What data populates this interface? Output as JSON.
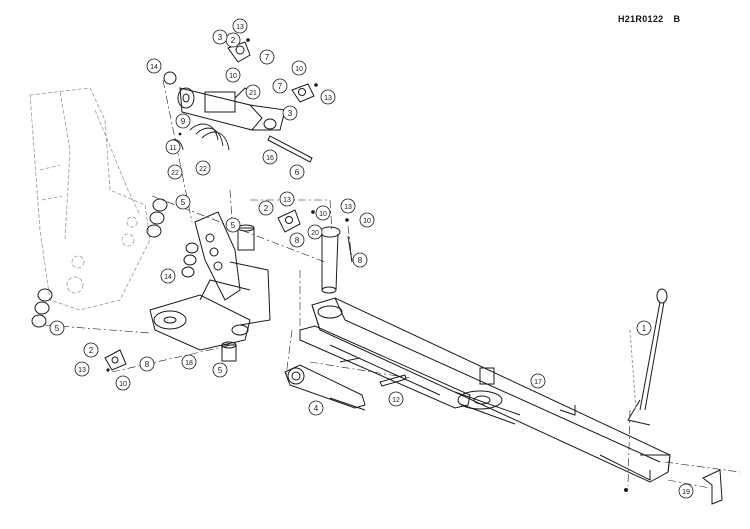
{
  "header": {
    "drawing_code": "H21R0122",
    "revision": "B"
  },
  "colors": {
    "line": "#1a1a1a",
    "ghost": "#9a9a9a",
    "paper": "#ffffff"
  },
  "callouts": [
    {
      "num": "1"
    },
    {
      "num": "2"
    },
    {
      "num": "2"
    },
    {
      "num": "2"
    },
    {
      "num": "3"
    },
    {
      "num": "3"
    },
    {
      "num": "4"
    },
    {
      "num": "5"
    },
    {
      "num": "5"
    },
    {
      "num": "5"
    },
    {
      "num": "5"
    },
    {
      "num": "6"
    },
    {
      "num": "7"
    },
    {
      "num": "7"
    },
    {
      "num": "8"
    },
    {
      "num": "8"
    },
    {
      "num": "8"
    },
    {
      "num": "9"
    },
    {
      "num": "10"
    },
    {
      "num": "10"
    },
    {
      "num": "10"
    },
    {
      "num": "10"
    },
    {
      "num": "10"
    },
    {
      "num": "11"
    },
    {
      "num": "12"
    },
    {
      "num": "13"
    },
    {
      "num": "13"
    },
    {
      "num": "13"
    },
    {
      "num": "13"
    },
    {
      "num": "13"
    },
    {
      "num": "14"
    },
    {
      "num": "14"
    },
    {
      "num": "16"
    },
    {
      "num": "17"
    },
    {
      "num": "18"
    },
    {
      "num": "19"
    },
    {
      "num": "20"
    },
    {
      "num": "21"
    },
    {
      "num": "22"
    },
    {
      "num": "22"
    }
  ]
}
